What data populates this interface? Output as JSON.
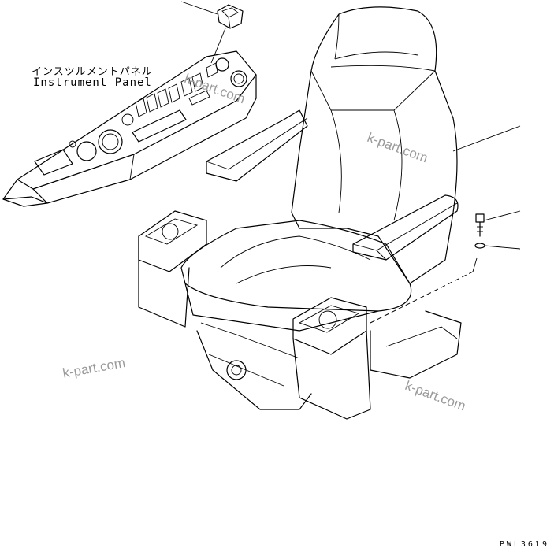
{
  "panel_label": {
    "japanese": "インスツルメントパネル",
    "english": "Instrument Panel"
  },
  "figure_id": "PWL3619",
  "watermarks": [
    "k-part.com",
    "k-part.com",
    "k-part.com",
    "k-part.com"
  ],
  "parts": [
    {
      "name": "instrument-panel",
      "icon": "instrument-panel-icon"
    },
    {
      "name": "switch-cover",
      "icon": "switch-cover-icon"
    },
    {
      "name": "operator-seat",
      "icon": "seat-icon"
    },
    {
      "name": "bolt",
      "icon": "bolt-icon"
    },
    {
      "name": "washer",
      "icon": "washer-icon"
    }
  ]
}
